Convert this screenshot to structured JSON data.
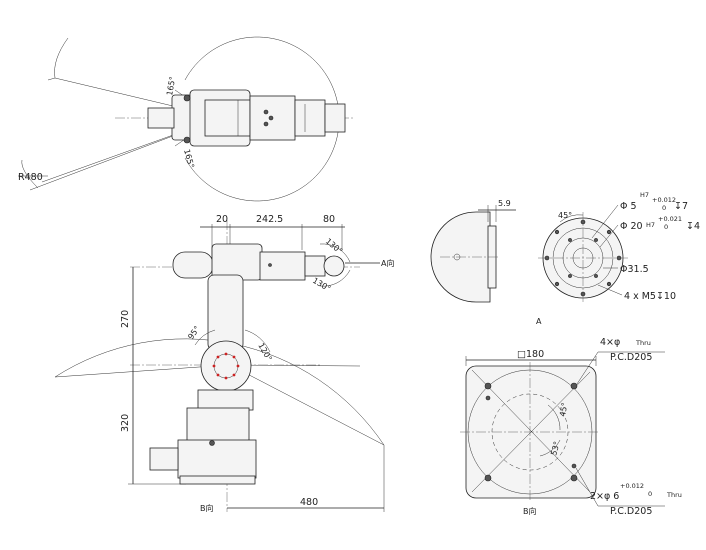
{
  "top_view": {
    "angle_upper": "165°",
    "angle_lower": "165°",
    "radius": "R480"
  },
  "side_view": {
    "dim_20": "20",
    "dim_242_5": "242.5",
    "dim_80": "80",
    "dim_270": "270",
    "dim_320": "320",
    "dim_480": "480",
    "angle_130_upper": "130°",
    "angle_130_lower": "130°",
    "angle_95": "95°",
    "angle_120": "120°",
    "view_a_arrow": "A向",
    "view_b_arrow": "B向"
  },
  "flange_view": {
    "dim_5_9": "5.9",
    "angle_45": "45°",
    "phi5": "Φ 5",
    "phi5_tol_grade": "H7",
    "phi5_tol_upper": "+0.012",
    "phi5_tol_lower": "0",
    "phi5_depth": "↧7",
    "phi20": "Φ 20",
    "phi20_tol_grade": "H7",
    "phi20_tol_upper": "+0.021",
    "phi20_tol_lower": "0",
    "phi20_depth": "↧4",
    "phi31_5": "Φ31.5",
    "m5": "4 x M5↧10",
    "label": "A"
  },
  "base_view": {
    "square": "□180",
    "holes_4": "4×φ",
    "holes_4_thru": "Thru",
    "pcd_top": "P.C.D205",
    "angle_45": "45°",
    "angle_53": "53°",
    "holes_2": "2×φ 6",
    "holes_2_tol_upper": "+0.012",
    "holes_2_tol_lower": "0",
    "holes_2_thru": "Thru",
    "pcd_bottom": "P.C.D205",
    "label": "B向"
  }
}
